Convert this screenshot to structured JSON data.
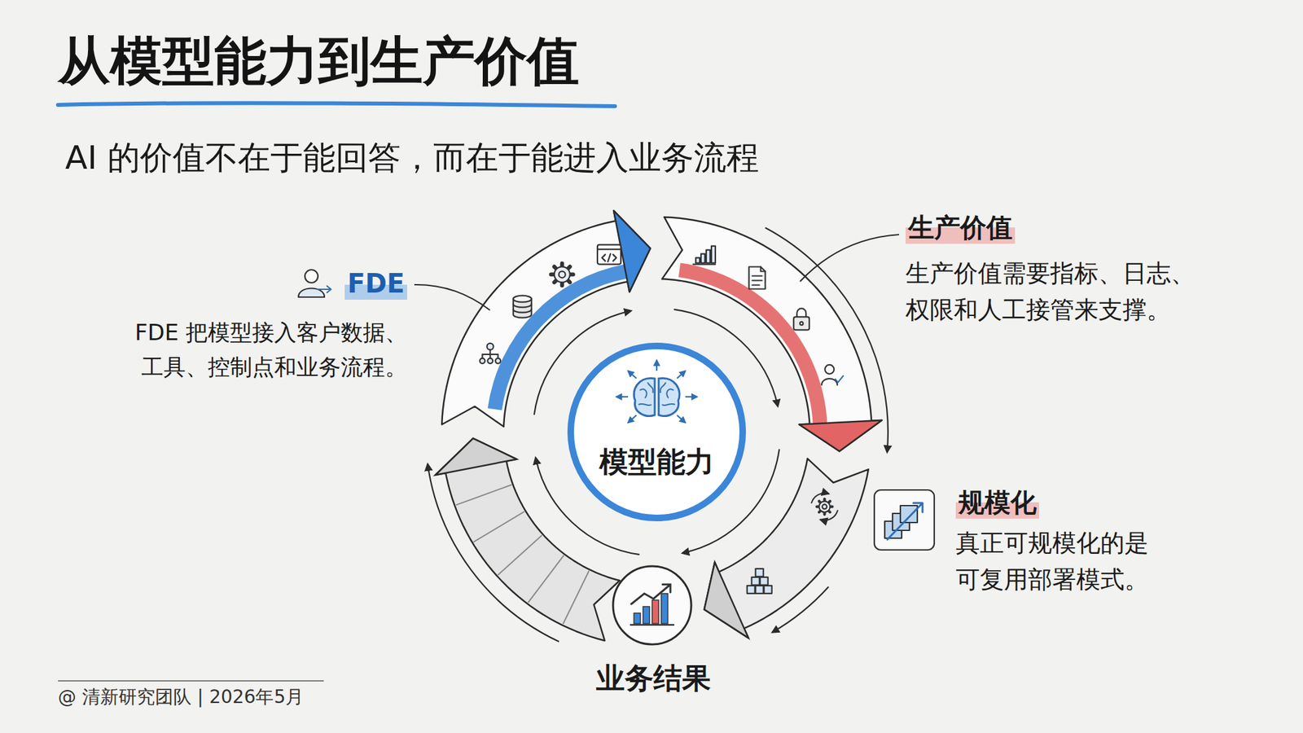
{
  "diagram": {
    "title": "从模型能力到生产价值",
    "nodes": [
      {
        "text": [
          "FDE",
          "FDE 把模型接入客户数据、 工具、控制点和业务流程。"
        ]
      },
      {
        "text": [
          "生产价值",
          "生产价值需要指标、日志、 权限和人工接管来支撑。"
        ]
      },
      {
        "text": [
          "模型能力"
        ]
      },
      {
        "text": [
          "规模化",
          "真正可规模化的是 可复用部署模式。"
        ]
      },
      {
        "text": [
          "业务结果"
        ]
      }
    ],
    "labels": [
      "AI 的价值不在于能回答，而在于能进入业务流程",
      "@ 清新研究团队 | 2026年5月"
    ]
  }
}
